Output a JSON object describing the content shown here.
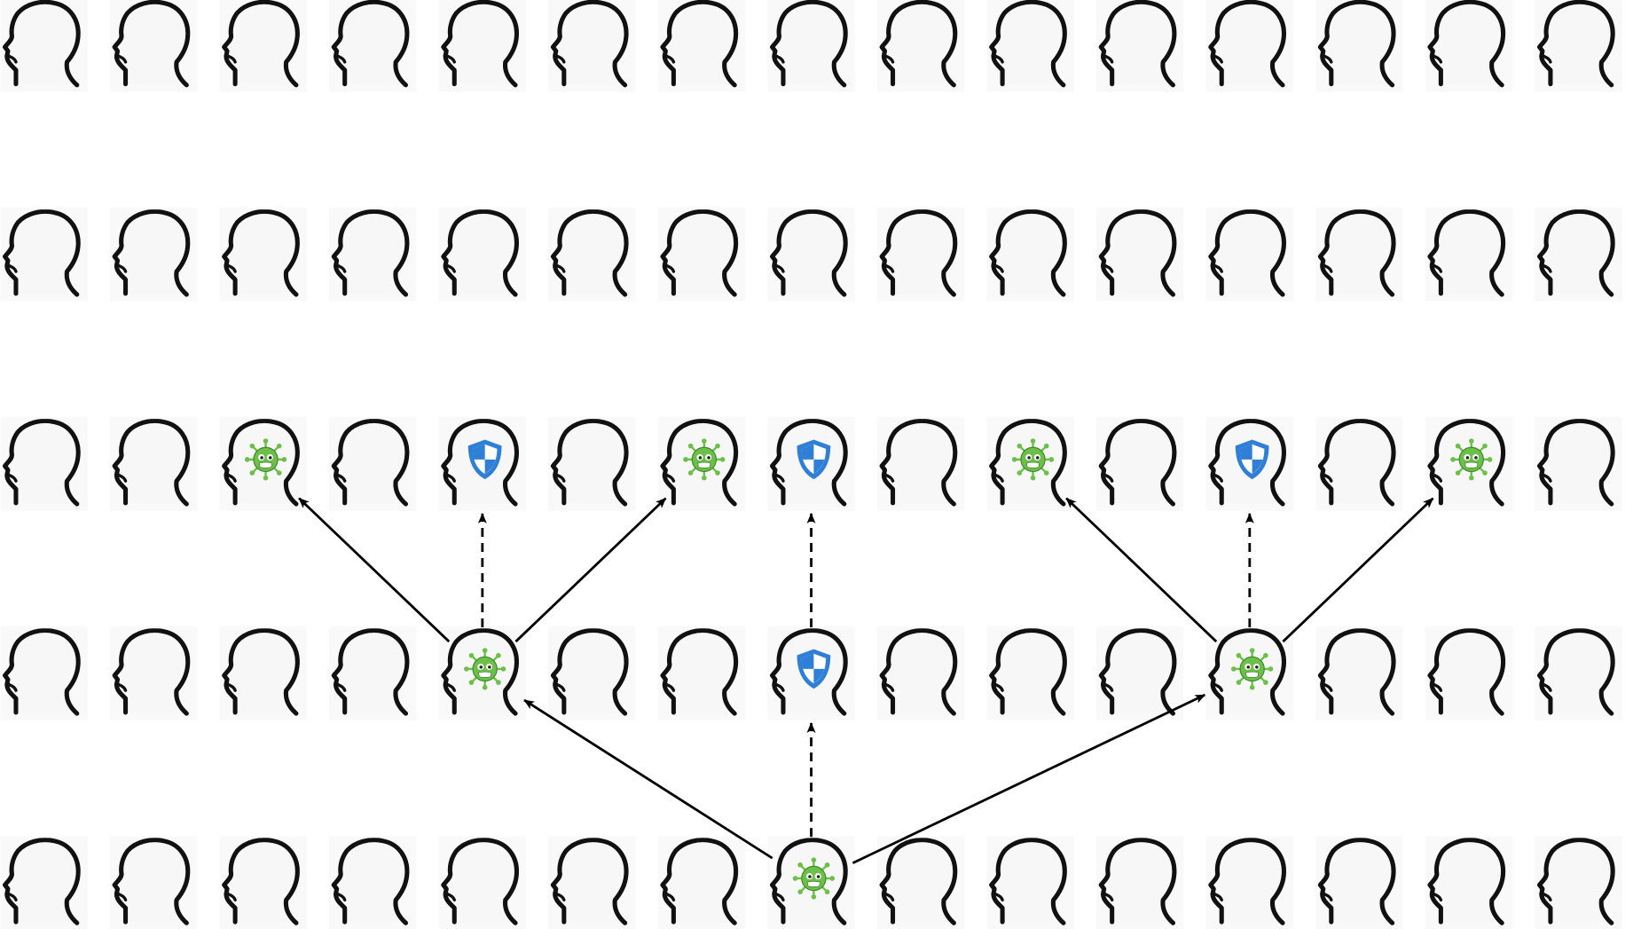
{
  "diagram": {
    "type": "infection-spread-grid",
    "rows": 5,
    "columns": 16,
    "colors": {
      "outline": "#111111",
      "head_fill": "#f7f7f7",
      "virus": "#6cc04a",
      "virus_dark": "#3f8a2a",
      "shield_blue": "#2f7fd6",
      "shield_light": "#ffffff",
      "arrow": "#000000"
    },
    "infected": [
      {
        "row": 0,
        "col": 2
      },
      {
        "row": 0,
        "col": 6
      },
      {
        "row": 0,
        "col": 9
      },
      {
        "row": 0,
        "col": 13
      },
      {
        "row": 1,
        "col": 4
      },
      {
        "row": 1,
        "col": 11
      },
      {
        "row": 2,
        "col": 7
      }
    ],
    "protected": [
      {
        "row": 0,
        "col": 4
      },
      {
        "row": 0,
        "col": 7
      },
      {
        "row": 0,
        "col": 11
      },
      {
        "row": 1,
        "col": 7
      }
    ],
    "transmissions": [
      {
        "from": {
          "row": 2,
          "col": 7
        },
        "to": {
          "row": 1,
          "col": 4
        },
        "style": "solid"
      },
      {
        "from": {
          "row": 2,
          "col": 7
        },
        "to": {
          "row": 1,
          "col": 11
        },
        "style": "solid"
      },
      {
        "from": {
          "row": 2,
          "col": 7
        },
        "to": {
          "row": 1,
          "col": 7
        },
        "style": "dashed"
      },
      {
        "from": {
          "row": 1,
          "col": 4
        },
        "to": {
          "row": 0,
          "col": 2
        },
        "style": "solid"
      },
      {
        "from": {
          "row": 1,
          "col": 4
        },
        "to": {
          "row": 0,
          "col": 4
        },
        "style": "dashed"
      },
      {
        "from": {
          "row": 1,
          "col": 4
        },
        "to": {
          "row": 0,
          "col": 6
        },
        "style": "solid"
      },
      {
        "from": {
          "row": 1,
          "col": 7
        },
        "to": {
          "row": 0,
          "col": 7
        },
        "style": "dashed"
      },
      {
        "from": {
          "row": 1,
          "col": 11
        },
        "to": {
          "row": 0,
          "col": 9
        },
        "style": "solid"
      },
      {
        "from": {
          "row": 1,
          "col": 11
        },
        "to": {
          "row": 0,
          "col": 11
        },
        "style": "dashed"
      },
      {
        "from": {
          "row": 1,
          "col": 11
        },
        "to": {
          "row": 0,
          "col": 13
        },
        "style": "solid"
      }
    ]
  }
}
